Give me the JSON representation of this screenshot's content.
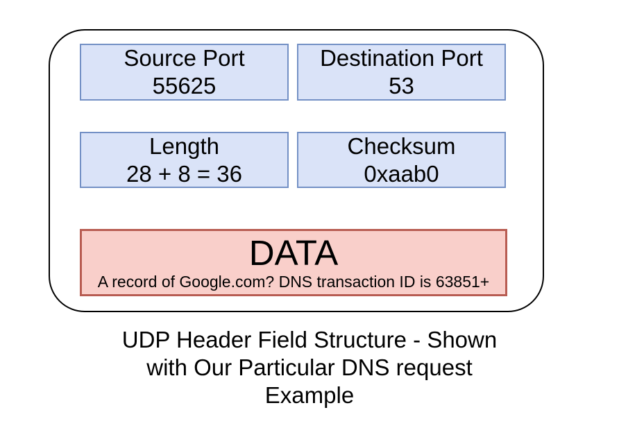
{
  "diagram": {
    "fields": [
      {
        "label": "Source Port",
        "value": "55625"
      },
      {
        "label": "Destination Port",
        "value": "53"
      },
      {
        "label": "Length",
        "value": "28 + 8 = 36"
      },
      {
        "label": "Checksum",
        "value": "0xaab0"
      }
    ],
    "data_box": {
      "title": "DATA",
      "description": "A record of Google.com? DNS transaction ID is 63851+"
    },
    "caption_lines": [
      "UDP Header Field Structure - Shown",
      "with Our Particular DNS request",
      "Example"
    ]
  },
  "colors": {
    "field_fill": "#dae3f8",
    "field_border": "#7390c5",
    "data_fill": "#f9cfca",
    "data_border": "#b85c52",
    "outline": "#000000",
    "background": "#ffffff",
    "text": "#000000"
  }
}
